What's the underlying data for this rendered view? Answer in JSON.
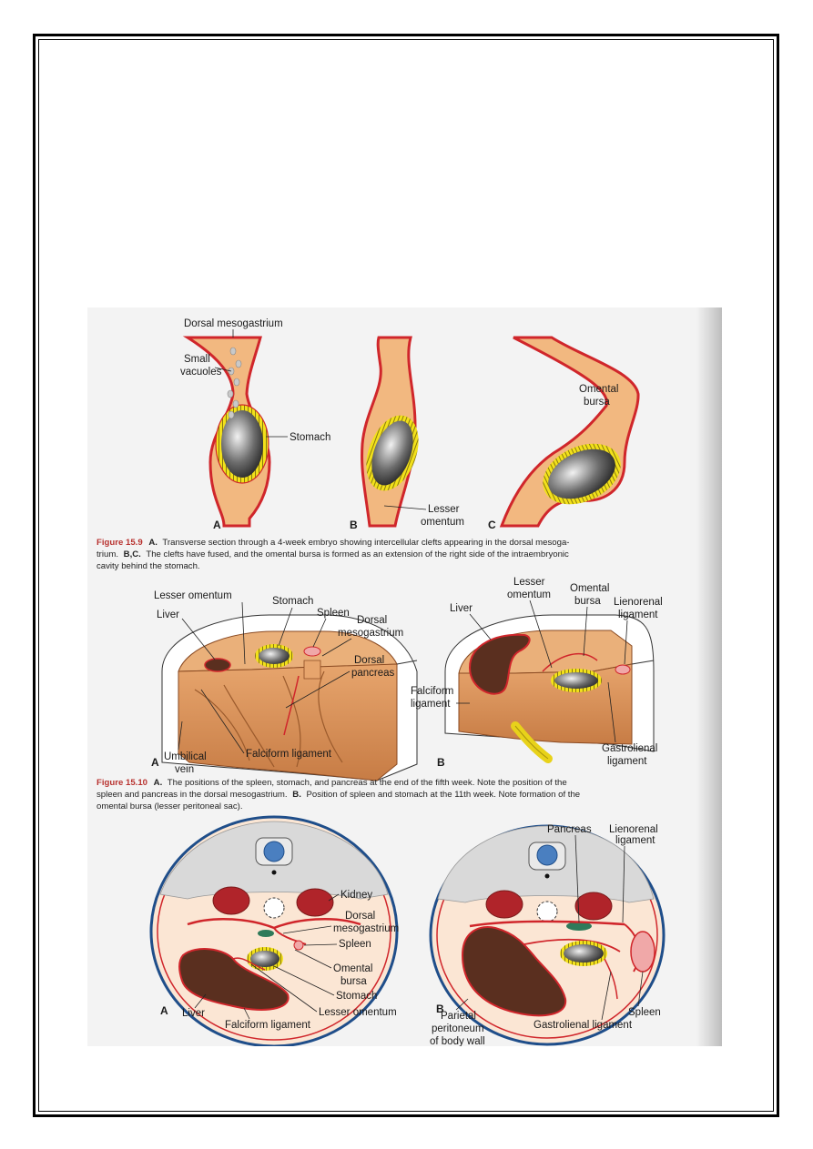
{
  "fig9": {
    "labels": {
      "dorsal_mesogastrium": "Dorsal mesogastrium",
      "small_vacuoles_1": "Small",
      "small_vacuoles_2": "vacuoles",
      "stomach": "Stomach",
      "omental_bursa_1": "Omental",
      "omental_bursa_2": "bursa",
      "lesser_omentum_1": "Lesser",
      "lesser_omentum_2": "omentum",
      "panel_a": "A",
      "panel_b": "B",
      "panel_c": "C"
    },
    "caption": {
      "figure": "Figure 15.9",
      "line1_a": "A.",
      "line1_text": "Transverse section through a 4-week embryo showing intercellular clefts appearing in the dorsal mesoga-",
      "line2_bc": "B,C.",
      "line2_pre": "trium.",
      "line2_text": "The clefts have fused, and the omental bursa is formed as an extension of the right side of the intraembryonic",
      "line3_text": "cavity behind the stomach."
    }
  },
  "fig10": {
    "labels": {
      "lesser_omentum": "Lesser omentum",
      "stomach": "Stomach",
      "liver": "Liver",
      "spleen": "Spleen",
      "dorsal_mesogastrium_1": "Dorsal",
      "dorsal_mesogastrium_2": "mesogastrium",
      "dorsal_pancreas_1": "Dorsal",
      "dorsal_pancreas_2": "pancreas",
      "falciform_ligament": "Falciform ligament",
      "umbilical_vein_1": "Umbilical",
      "umbilical_vein_2": "vein",
      "panel_a": "A",
      "b_liver": "Liver",
      "b_lesser_omentum_1": "Lesser",
      "b_lesser_omentum_2": "omentum",
      "b_omental_bursa_1": "Omental",
      "b_omental_bursa_2": "bursa",
      "b_lienorenal_1": "Lienorenal",
      "b_lienorenal_2": "ligament",
      "b_falciform_1": "Falciform",
      "b_falciform_2": "ligament",
      "b_gastrolienal_1": "Gastrolienal",
      "b_gastrolienal_2": "ligament",
      "panel_b": "B"
    },
    "caption": {
      "figure": "Figure 15.10",
      "a": "A.",
      "line1_text": "The positions of the spleen, stomach, and pancreas at the end of the fifth week. Note the position of the",
      "line2_pre": "spleen and pancreas in the dorsal mesogastrium.",
      "b": "B.",
      "line2_text": "Position of spleen and stomach at the 11th week. Note formation of the",
      "line3_text": "omental bursa (lesser peritoneal sac)."
    }
  },
  "fig11": {
    "labels": {
      "kidney": "Kidney",
      "dorsal_mesogastrium_1": "Dorsal",
      "dorsal_mesogastrium_2": "mesogastrium",
      "spleen": "Spleen",
      "omental_bursa_1": "Omental",
      "omental_bursa_2": "bursa",
      "stomach": "Stomach",
      "lesser_omentum": "Lesser omentum",
      "liver": "Liver",
      "falciform_ligament": "Falciform ligament",
      "panel_a": "A",
      "pancreas": "Pancreas",
      "lienorenal_1": "Lienorenal",
      "lienorenal_2": "ligament",
      "b_spleen": "Spleen",
      "parietal_1": "Parietal",
      "parietal_2": "peritoneum",
      "parietal_3": "of body wall",
      "gastrolienal": "Gastrolienal ligament",
      "panel_b": "B"
    }
  },
  "colors": {
    "mesentery": "#f2b880",
    "peritoneum": "#d0262b",
    "stomach_wall": "#f2e11a",
    "liver": "#5a2f1f",
    "kidney": "#b0242a",
    "spine": "#4a7fc0",
    "pancreas": "#2f7a5a"
  }
}
